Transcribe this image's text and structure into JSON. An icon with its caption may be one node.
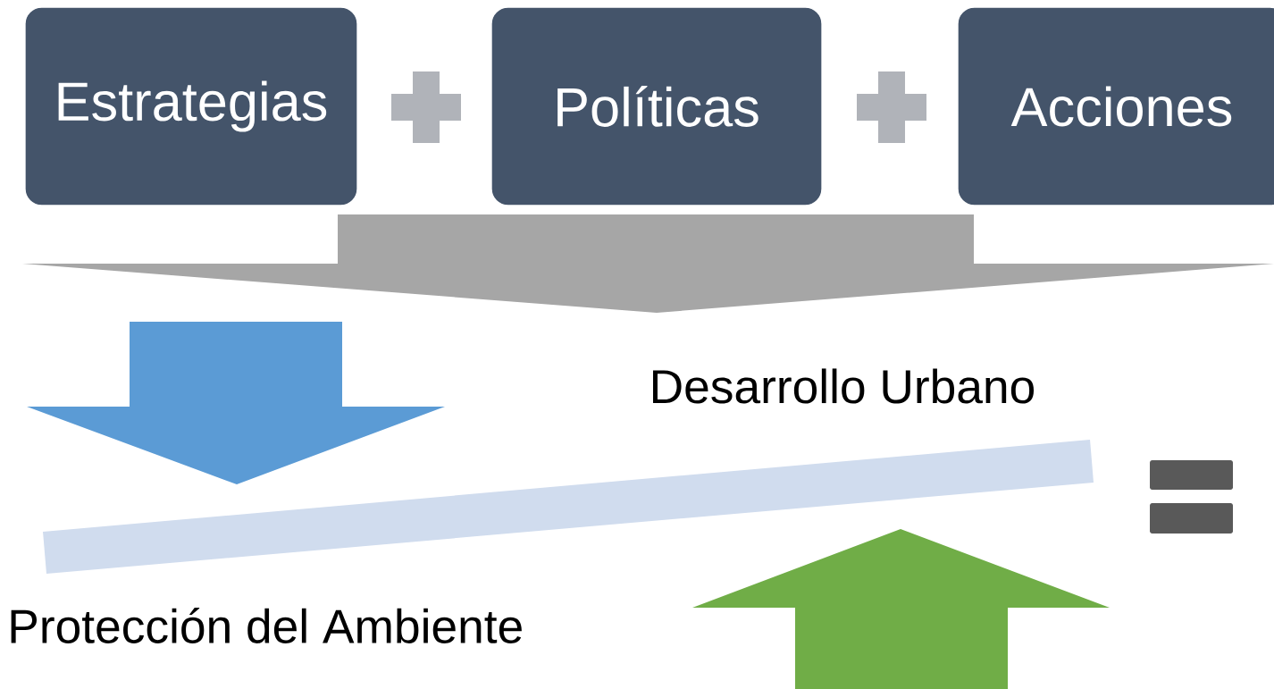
{
  "diagram": {
    "nodes": [
      {
        "text": [
          "Estrategias"
        ]
      },
      {
        "text": [
          "Políticas"
        ]
      },
      {
        "text": [
          "Acciones"
        ]
      }
    ],
    "labels": [
      "Desarrollo Urbano",
      "Protección del Ambiente"
    ]
  }
}
